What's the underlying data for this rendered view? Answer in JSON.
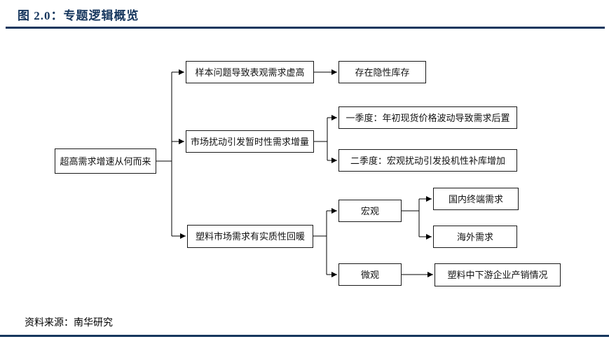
{
  "header": {
    "title": "图 2.0：专题逻辑概览"
  },
  "colors": {
    "accent": "#17375E",
    "line": "#000000",
    "box_border": "#1a1a1a",
    "box_fill": "#ffffff",
    "text": "#111111"
  },
  "flowchart": {
    "type": "diagram",
    "nodes": {
      "root": {
        "label": "超高需求增速从何而来"
      },
      "sample_issue": {
        "label": "样本问题导致表观需求虚高"
      },
      "hidden_inventory": {
        "label": "存在隐性库存"
      },
      "market_disturbance": {
        "label": "市场扰动引发暂时性需求增量"
      },
      "q1": {
        "label": "一季度：年初现货价格波动导致需求后置"
      },
      "q2": {
        "label": "二季度：宏观扰动引发投机性补库增加"
      },
      "demand_recovery": {
        "label": "塑料市场需求有实质性回暖"
      },
      "macro": {
        "label": "宏观"
      },
      "micro": {
        "label": "微观"
      },
      "domestic_demand": {
        "label": "国内终端需求"
      },
      "overseas_demand": {
        "label": "海外需求"
      },
      "downstream": {
        "label": "塑料中下游企业产销情况"
      }
    },
    "edges": [
      "root→sample_issue",
      "root→market_disturbance",
      "root→demand_recovery",
      "sample_issue→hidden_inventory",
      "market_disturbance→q1",
      "market_disturbance→q2",
      "demand_recovery→macro",
      "demand_recovery→micro",
      "macro→domestic_demand",
      "macro→overseas_demand",
      "micro→downstream"
    ]
  },
  "footer": {
    "source": "资料来源：南华研究"
  }
}
